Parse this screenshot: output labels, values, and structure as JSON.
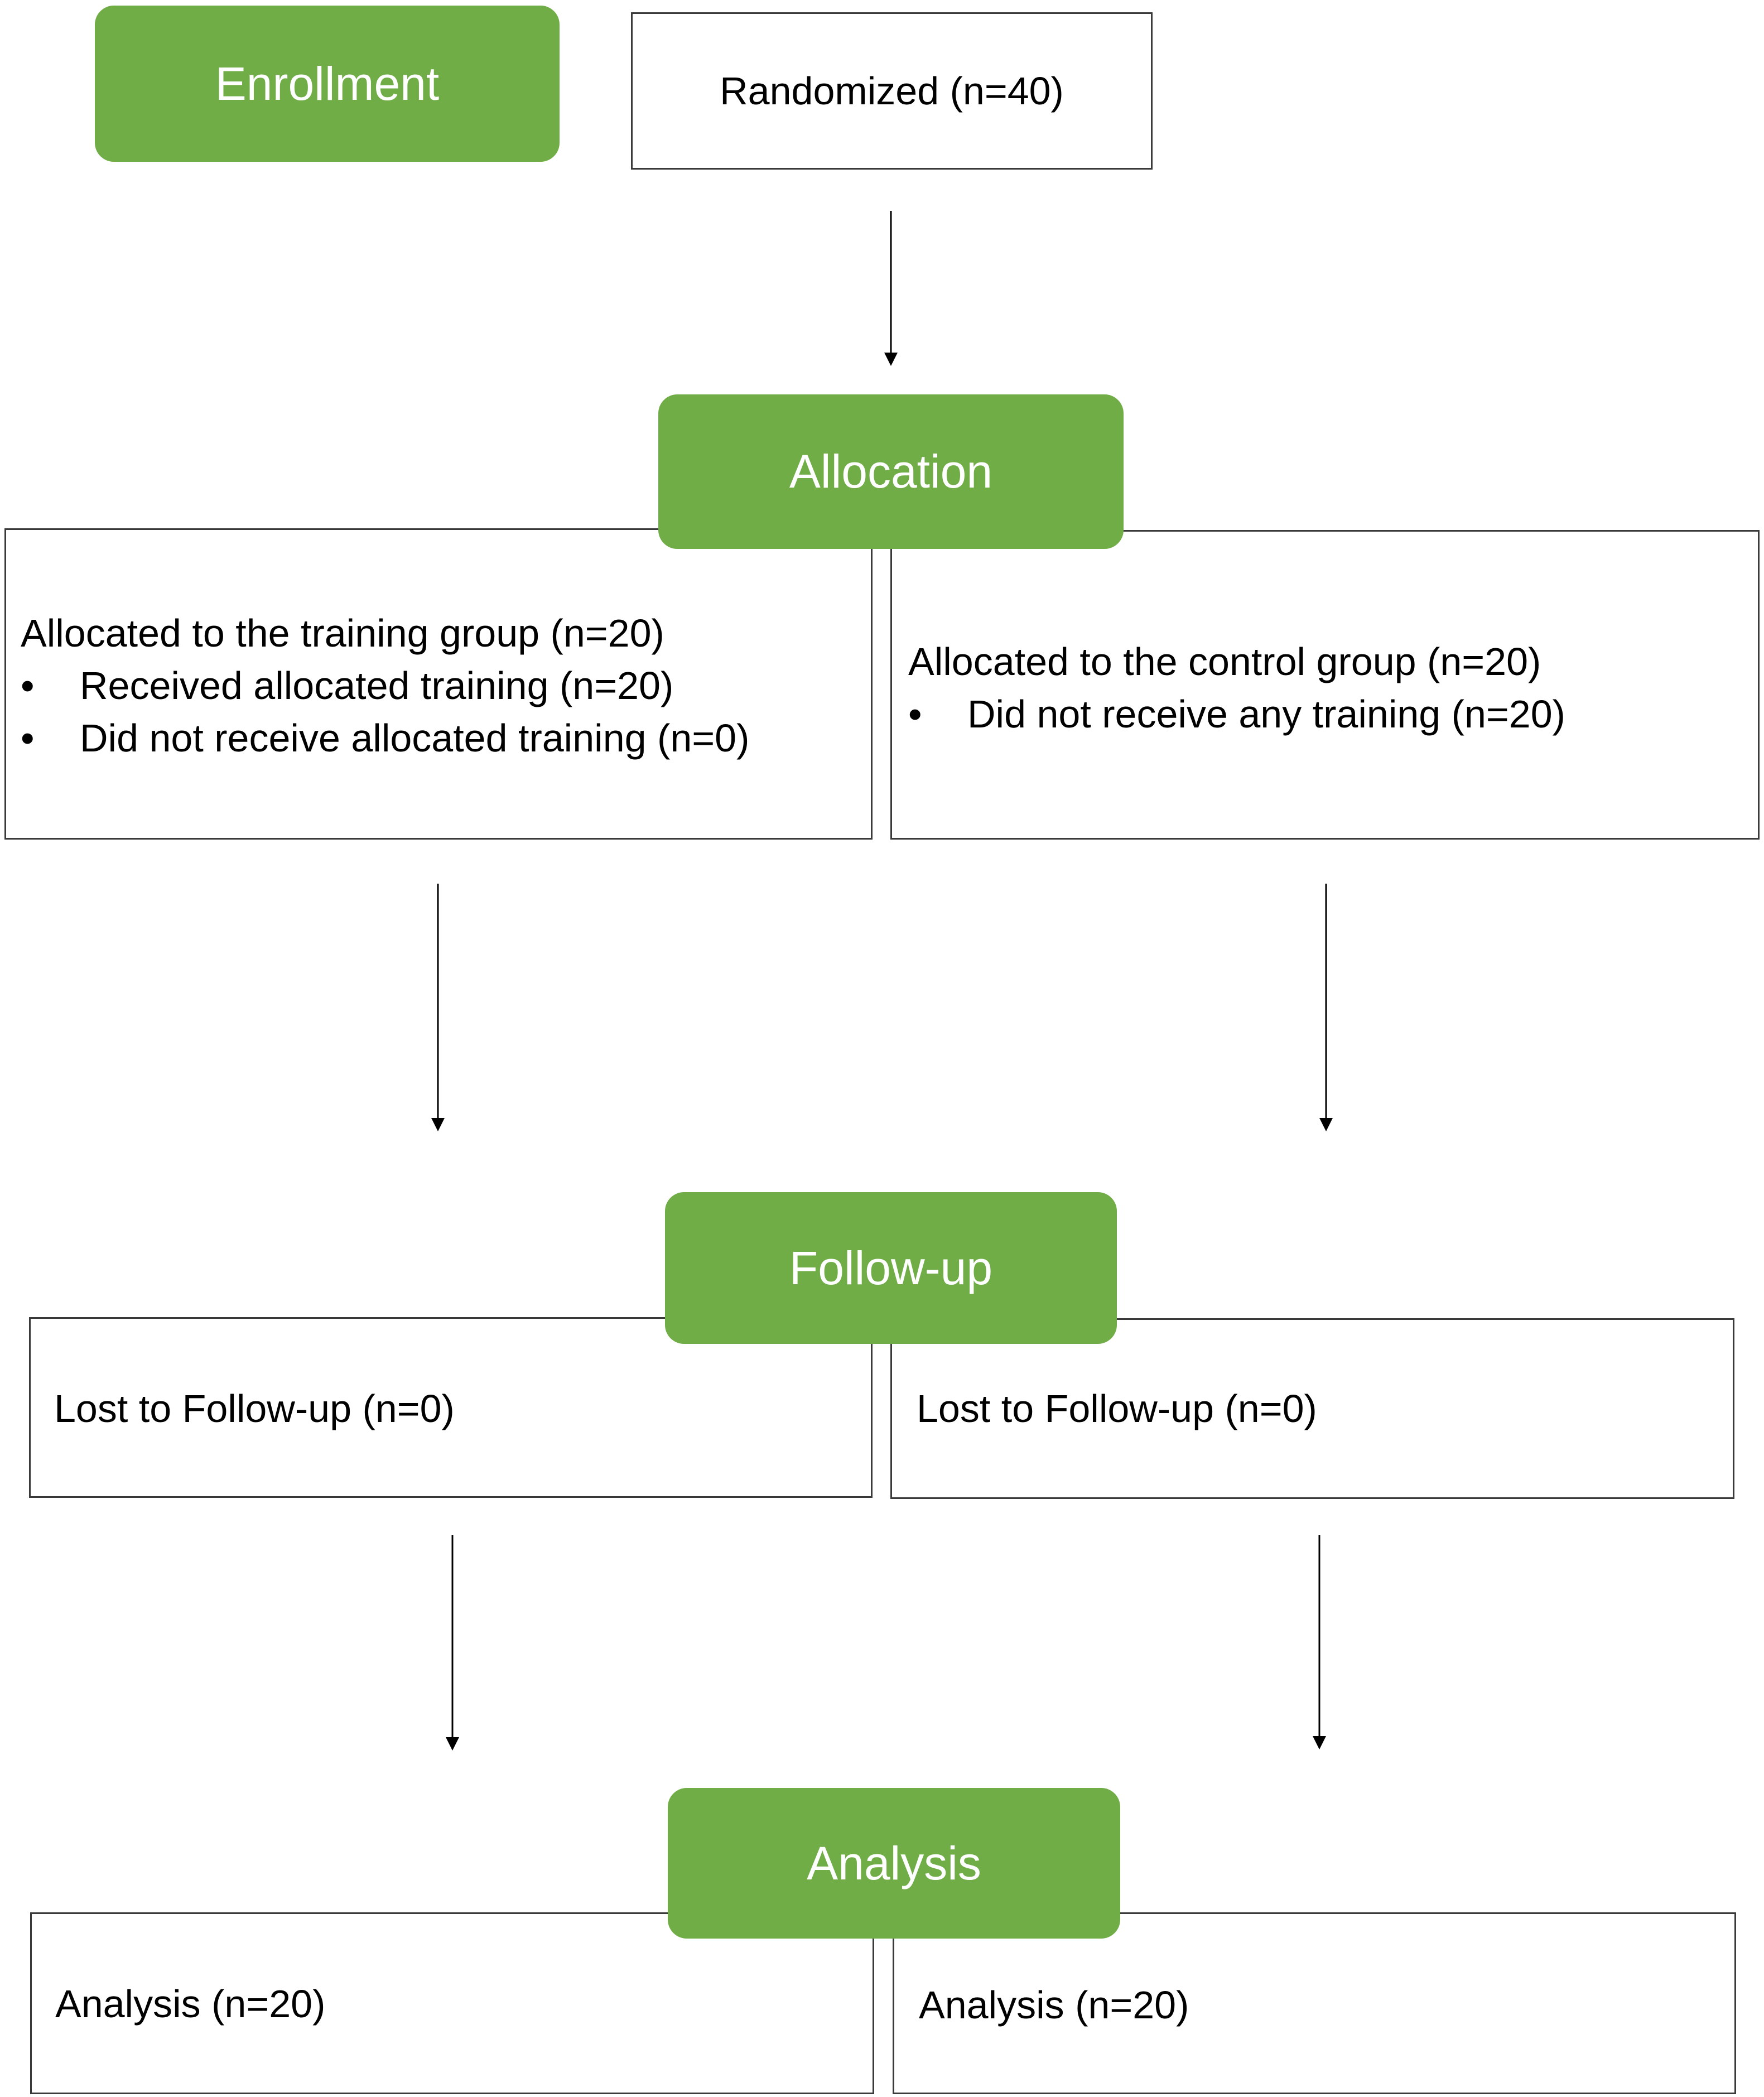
{
  "colors": {
    "stage_fill": "#70AD47",
    "stage_text": "#FFFFFF",
    "box_border": "#3A3A3A",
    "arrow": "#000000"
  },
  "stages": {
    "enrollment": "Enrollment",
    "allocation": "Allocation",
    "follow_up": "Follow-up",
    "analysis": "Analysis"
  },
  "randomized": "Randomized (n=40)",
  "allocation": {
    "training": {
      "heading": "Allocated to the training group (n=20)",
      "bullets": [
        "Received allocated training (n=20)",
        "Did not receive allocated training (n=0)"
      ]
    },
    "control": {
      "heading": "Allocated to the control group (n=20)",
      "bullets": [
        "Did not receive any training (n=20)"
      ]
    }
  },
  "follow_up": {
    "training": "Lost to Follow-up (n=0)",
    "control": "Lost to Follow-up (n=0)"
  },
  "analysis": {
    "training": "Analysis (n=20)",
    "control": "Analysis (n=20)"
  },
  "bullet_glyph": "•"
}
